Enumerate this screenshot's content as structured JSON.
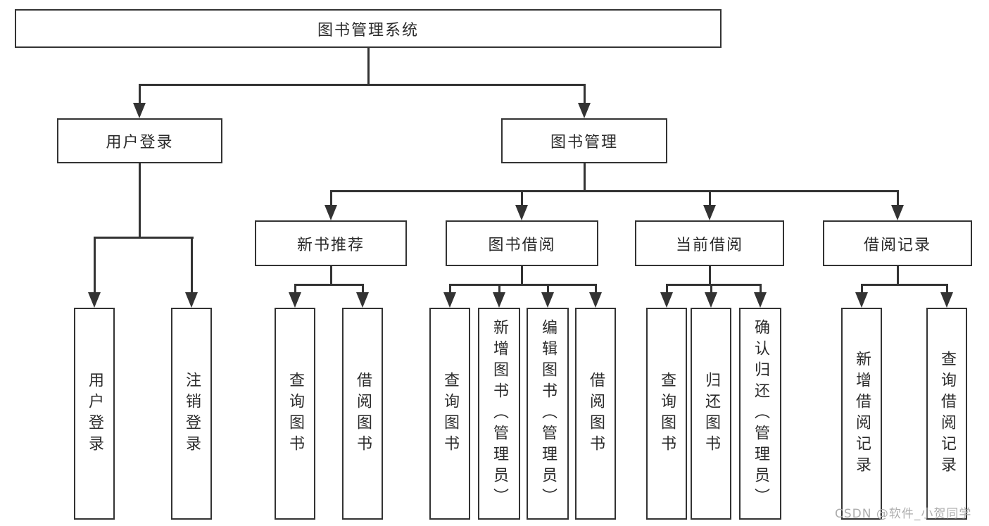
{
  "tree": {
    "root": {
      "label": "图书管理系统",
      "children": [
        {
          "label": "用户登录",
          "children": [
            {
              "label": "用户登录"
            },
            {
              "label": "注销登录"
            }
          ]
        },
        {
          "label": "图书管理",
          "children": [
            {
              "label": "新书推荐",
              "children": [
                {
                  "label": "查询图书"
                },
                {
                  "label": "借阅图书"
                }
              ]
            },
            {
              "label": "图书借阅",
              "children": [
                {
                  "label": "查询图书"
                },
                {
                  "label": "新增图书（管理员）"
                },
                {
                  "label": "编辑图书（管理员）"
                },
                {
                  "label": "借阅图书"
                }
              ]
            },
            {
              "label": "当前借阅",
              "children": [
                {
                  "label": "查询图书"
                },
                {
                  "label": "归还图书"
                },
                {
                  "label": "确认归还（管理员）"
                }
              ]
            },
            {
              "label": "借阅记录",
              "children": [
                {
                  "label": "新增借阅记录"
                },
                {
                  "label": "查询借阅记录"
                }
              ]
            }
          ]
        }
      ]
    }
  },
  "watermark": {
    "text": "CSDN @软件_小贺同学"
  },
  "colors": {
    "line": "#333333",
    "text": "#2b2b2b",
    "watermark": "#a5a5a5",
    "background": "#ffffff",
    "box_fill": "#ffffff"
  }
}
